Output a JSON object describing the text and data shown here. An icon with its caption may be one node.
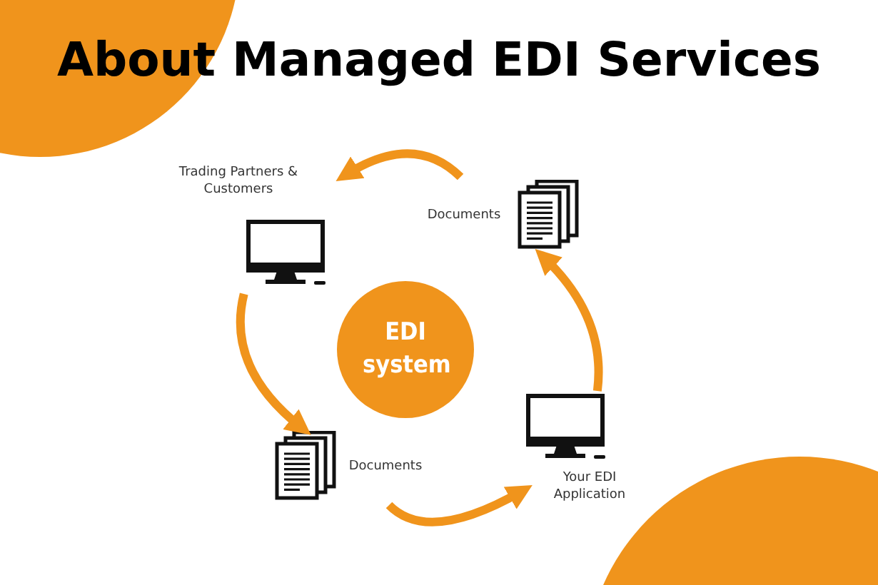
{
  "diagram": {
    "title": "About Managed EDI Services",
    "nodes": [
      {
        "text": [
          "Trading Partners & Customers"
        ]
      },
      {
        "text": [
          "Documents"
        ]
      },
      {
        "text": [
          "Documents"
        ]
      },
      {
        "text": [
          "Your EDI Application"
        ]
      },
      {
        "text": [
          "EDI system"
        ]
      }
    ],
    "edges": [
      {
        "from": 1,
        "to": 0,
        "arrow": "to"
      },
      {
        "from": 0,
        "to": 2,
        "arrow": "to"
      },
      {
        "from": 2,
        "to": 3,
        "arrow": "to"
      },
      {
        "from": 3,
        "to": 1,
        "arrow": "to"
      }
    ]
  }
}
